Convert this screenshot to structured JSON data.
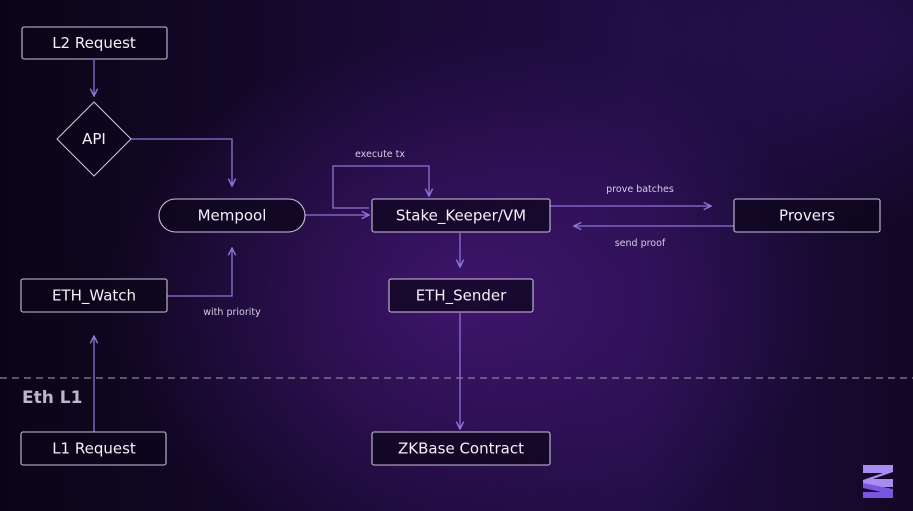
{
  "nodes": {
    "l2_request": "L2 Request",
    "api": "API",
    "mempool": "Mempool",
    "eth_watch": "ETH_Watch",
    "stake_keeper": "Stake_Keeper/VM",
    "provers": "Provers",
    "eth_sender": "ETH_Sender",
    "zkbase_contract": "ZKBase Contract",
    "l1_request": "L1 Request"
  },
  "edge_labels": {
    "execute_tx": "execute tx",
    "prove_batches": "prove batches",
    "send_proof": "send proof",
    "with_priority": "with priority"
  },
  "zone_label": "Eth L1",
  "logo": "zkbase-logo",
  "colors": {
    "edge": "#8c74d8",
    "node_border": "#c9c2dc",
    "logo_primary": "#a98cf0",
    "logo_secondary": "#7a56e0"
  }
}
